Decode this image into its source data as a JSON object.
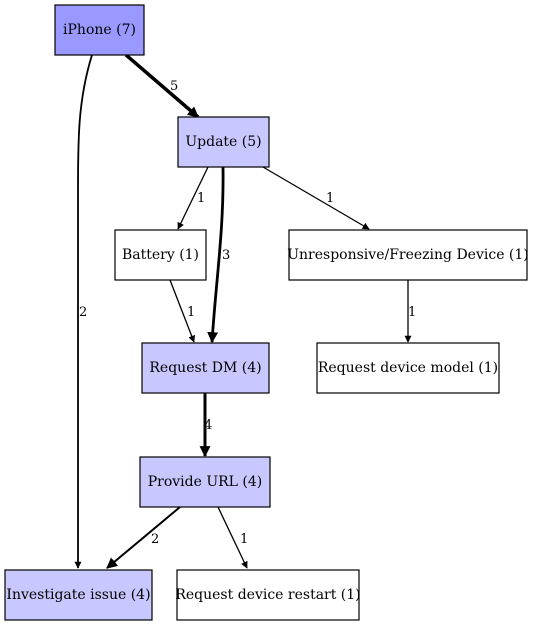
{
  "nodes": [
    {
      "id": "iphone",
      "label": "iPhone (7)",
      "fill": "#9999ff"
    },
    {
      "id": "update",
      "label": "Update (5)",
      "fill": "#c8c8ff"
    },
    {
      "id": "battery",
      "label": "Battery (1)",
      "fill": "#ffffff"
    },
    {
      "id": "unresponsive",
      "label": "Unresponsive/Freezing Device (1)",
      "fill": "#ffffff"
    },
    {
      "id": "request_dm",
      "label": "Request DM (4)",
      "fill": "#c8c8ff"
    },
    {
      "id": "request_model",
      "label": "Request device model (1)",
      "fill": "#ffffff"
    },
    {
      "id": "provide_url",
      "label": "Provide URL (4)",
      "fill": "#c8c8ff"
    },
    {
      "id": "investigate",
      "label": "Investigate issue (4)",
      "fill": "#c8c8ff"
    },
    {
      "id": "restart",
      "label": "Request device restart (1)",
      "fill": "#ffffff"
    }
  ],
  "edges": [
    {
      "from": "iphone",
      "to": "update",
      "label": "5"
    },
    {
      "from": "iphone",
      "to": "investigate",
      "label": "2"
    },
    {
      "from": "update",
      "to": "battery",
      "label": "1"
    },
    {
      "from": "update",
      "to": "request_dm",
      "label": "3"
    },
    {
      "from": "update",
      "to": "unresponsive",
      "label": "1"
    },
    {
      "from": "battery",
      "to": "request_dm",
      "label": "1"
    },
    {
      "from": "unresponsive",
      "to": "request_model",
      "label": "1"
    },
    {
      "from": "request_dm",
      "to": "provide_url",
      "label": "4"
    },
    {
      "from": "provide_url",
      "to": "investigate",
      "label": "2"
    },
    {
      "from": "provide_url",
      "to": "restart",
      "label": "1"
    }
  ]
}
